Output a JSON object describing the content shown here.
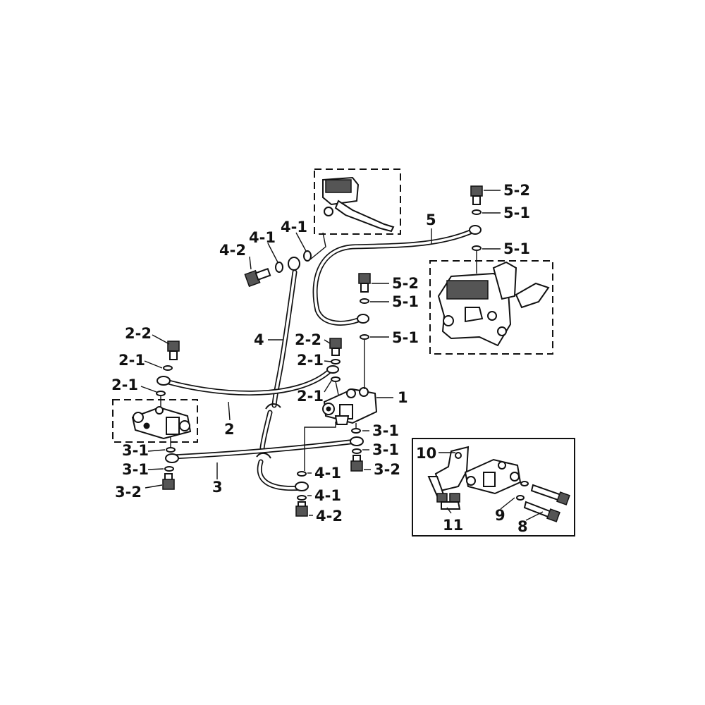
{
  "diagram": {
    "callouts": [
      {
        "id": "c-5-2",
        "text": "5-2"
      },
      {
        "id": "c-5-1a",
        "text": "5-1"
      },
      {
        "id": "c-5",
        "text": "5"
      },
      {
        "id": "c-5-1b",
        "text": "5-1"
      },
      {
        "id": "c-4-1a",
        "text": "4-1"
      },
      {
        "id": "c-4-1b",
        "text": "4-1"
      },
      {
        "id": "c-4-2a",
        "text": "4-2"
      },
      {
        "id": "c-5-2b",
        "text": "5-2"
      },
      {
        "id": "c-5-1c",
        "text": "5-1"
      },
      {
        "id": "c-5-1d",
        "text": "5-1"
      },
      {
        "id": "c-2-2a",
        "text": "2-2"
      },
      {
        "id": "c-4",
        "text": "4"
      },
      {
        "id": "c-2-2b",
        "text": "2-2"
      },
      {
        "id": "c-2-1a",
        "text": "2-1"
      },
      {
        "id": "c-2-1b",
        "text": "2-1"
      },
      {
        "id": "c-2-1c",
        "text": "2-1"
      },
      {
        "id": "c-2-1d",
        "text": "2-1"
      },
      {
        "id": "c-1",
        "text": "1"
      },
      {
        "id": "c-2",
        "text": "2"
      },
      {
        "id": "c-3-1a",
        "text": "3-1"
      },
      {
        "id": "c-3-1b",
        "text": "3-1"
      },
      {
        "id": "c-3-1c",
        "text": "3-1"
      },
      {
        "id": "c-3-1d",
        "text": "3-1"
      },
      {
        "id": "c-3-2a",
        "text": "3-2"
      },
      {
        "id": "c-3-2b",
        "text": "3-2"
      },
      {
        "id": "c-3",
        "text": "3"
      },
      {
        "id": "c-4-1c",
        "text": "4-1"
      },
      {
        "id": "c-4-1d",
        "text": "4-1"
      },
      {
        "id": "c-4-2b",
        "text": "4-2"
      },
      {
        "id": "c-10",
        "text": "10"
      },
      {
        "id": "c-11",
        "text": "11"
      },
      {
        "id": "c-9",
        "text": "9"
      },
      {
        "id": "c-8",
        "text": "8"
      }
    ]
  }
}
